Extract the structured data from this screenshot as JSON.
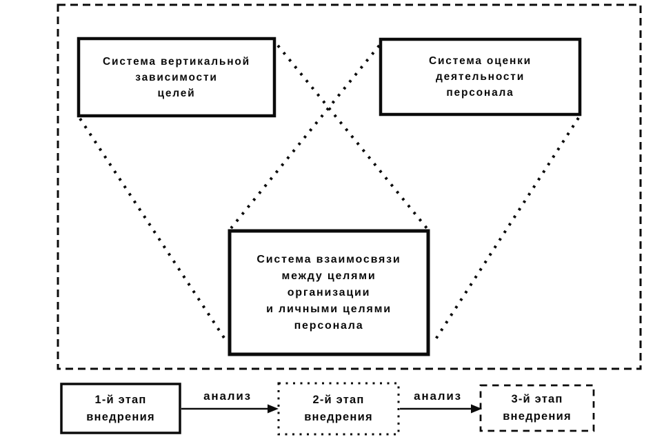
{
  "colors": {
    "ink": "#0b0b0b",
    "paper": "#ffffff"
  },
  "upper_section": {
    "boxes": {
      "vertical_goals": {
        "lines": [
          "Система вертикальной",
          "зависимости",
          "целей"
        ],
        "border_style": "solid-thick"
      },
      "personnel_evaluation": {
        "lines": [
          "Система оценки",
          "деятельности",
          "персонала"
        ],
        "border_style": "solid-thick"
      },
      "goals_interconnection": {
        "lines": [
          "Система взаимосвязи",
          "между целями",
          "организации",
          "и личными целями",
          "персонала"
        ],
        "border_style": "solid-thick"
      }
    },
    "boundary_style": "dashed",
    "connector_style": "dotted"
  },
  "lower_section": {
    "stages": {
      "stage1": {
        "lines": [
          "1-й этап",
          "внедрения"
        ],
        "border_style": "solid"
      },
      "stage2": {
        "lines": [
          "2-й этап",
          "внедрения"
        ],
        "border_style": "dotted"
      },
      "stage3": {
        "lines": [
          "3-й этап",
          "внедрения"
        ],
        "border_style": "dashed"
      }
    },
    "arrows": {
      "label1": "анализ",
      "label2": "анализ"
    }
  }
}
